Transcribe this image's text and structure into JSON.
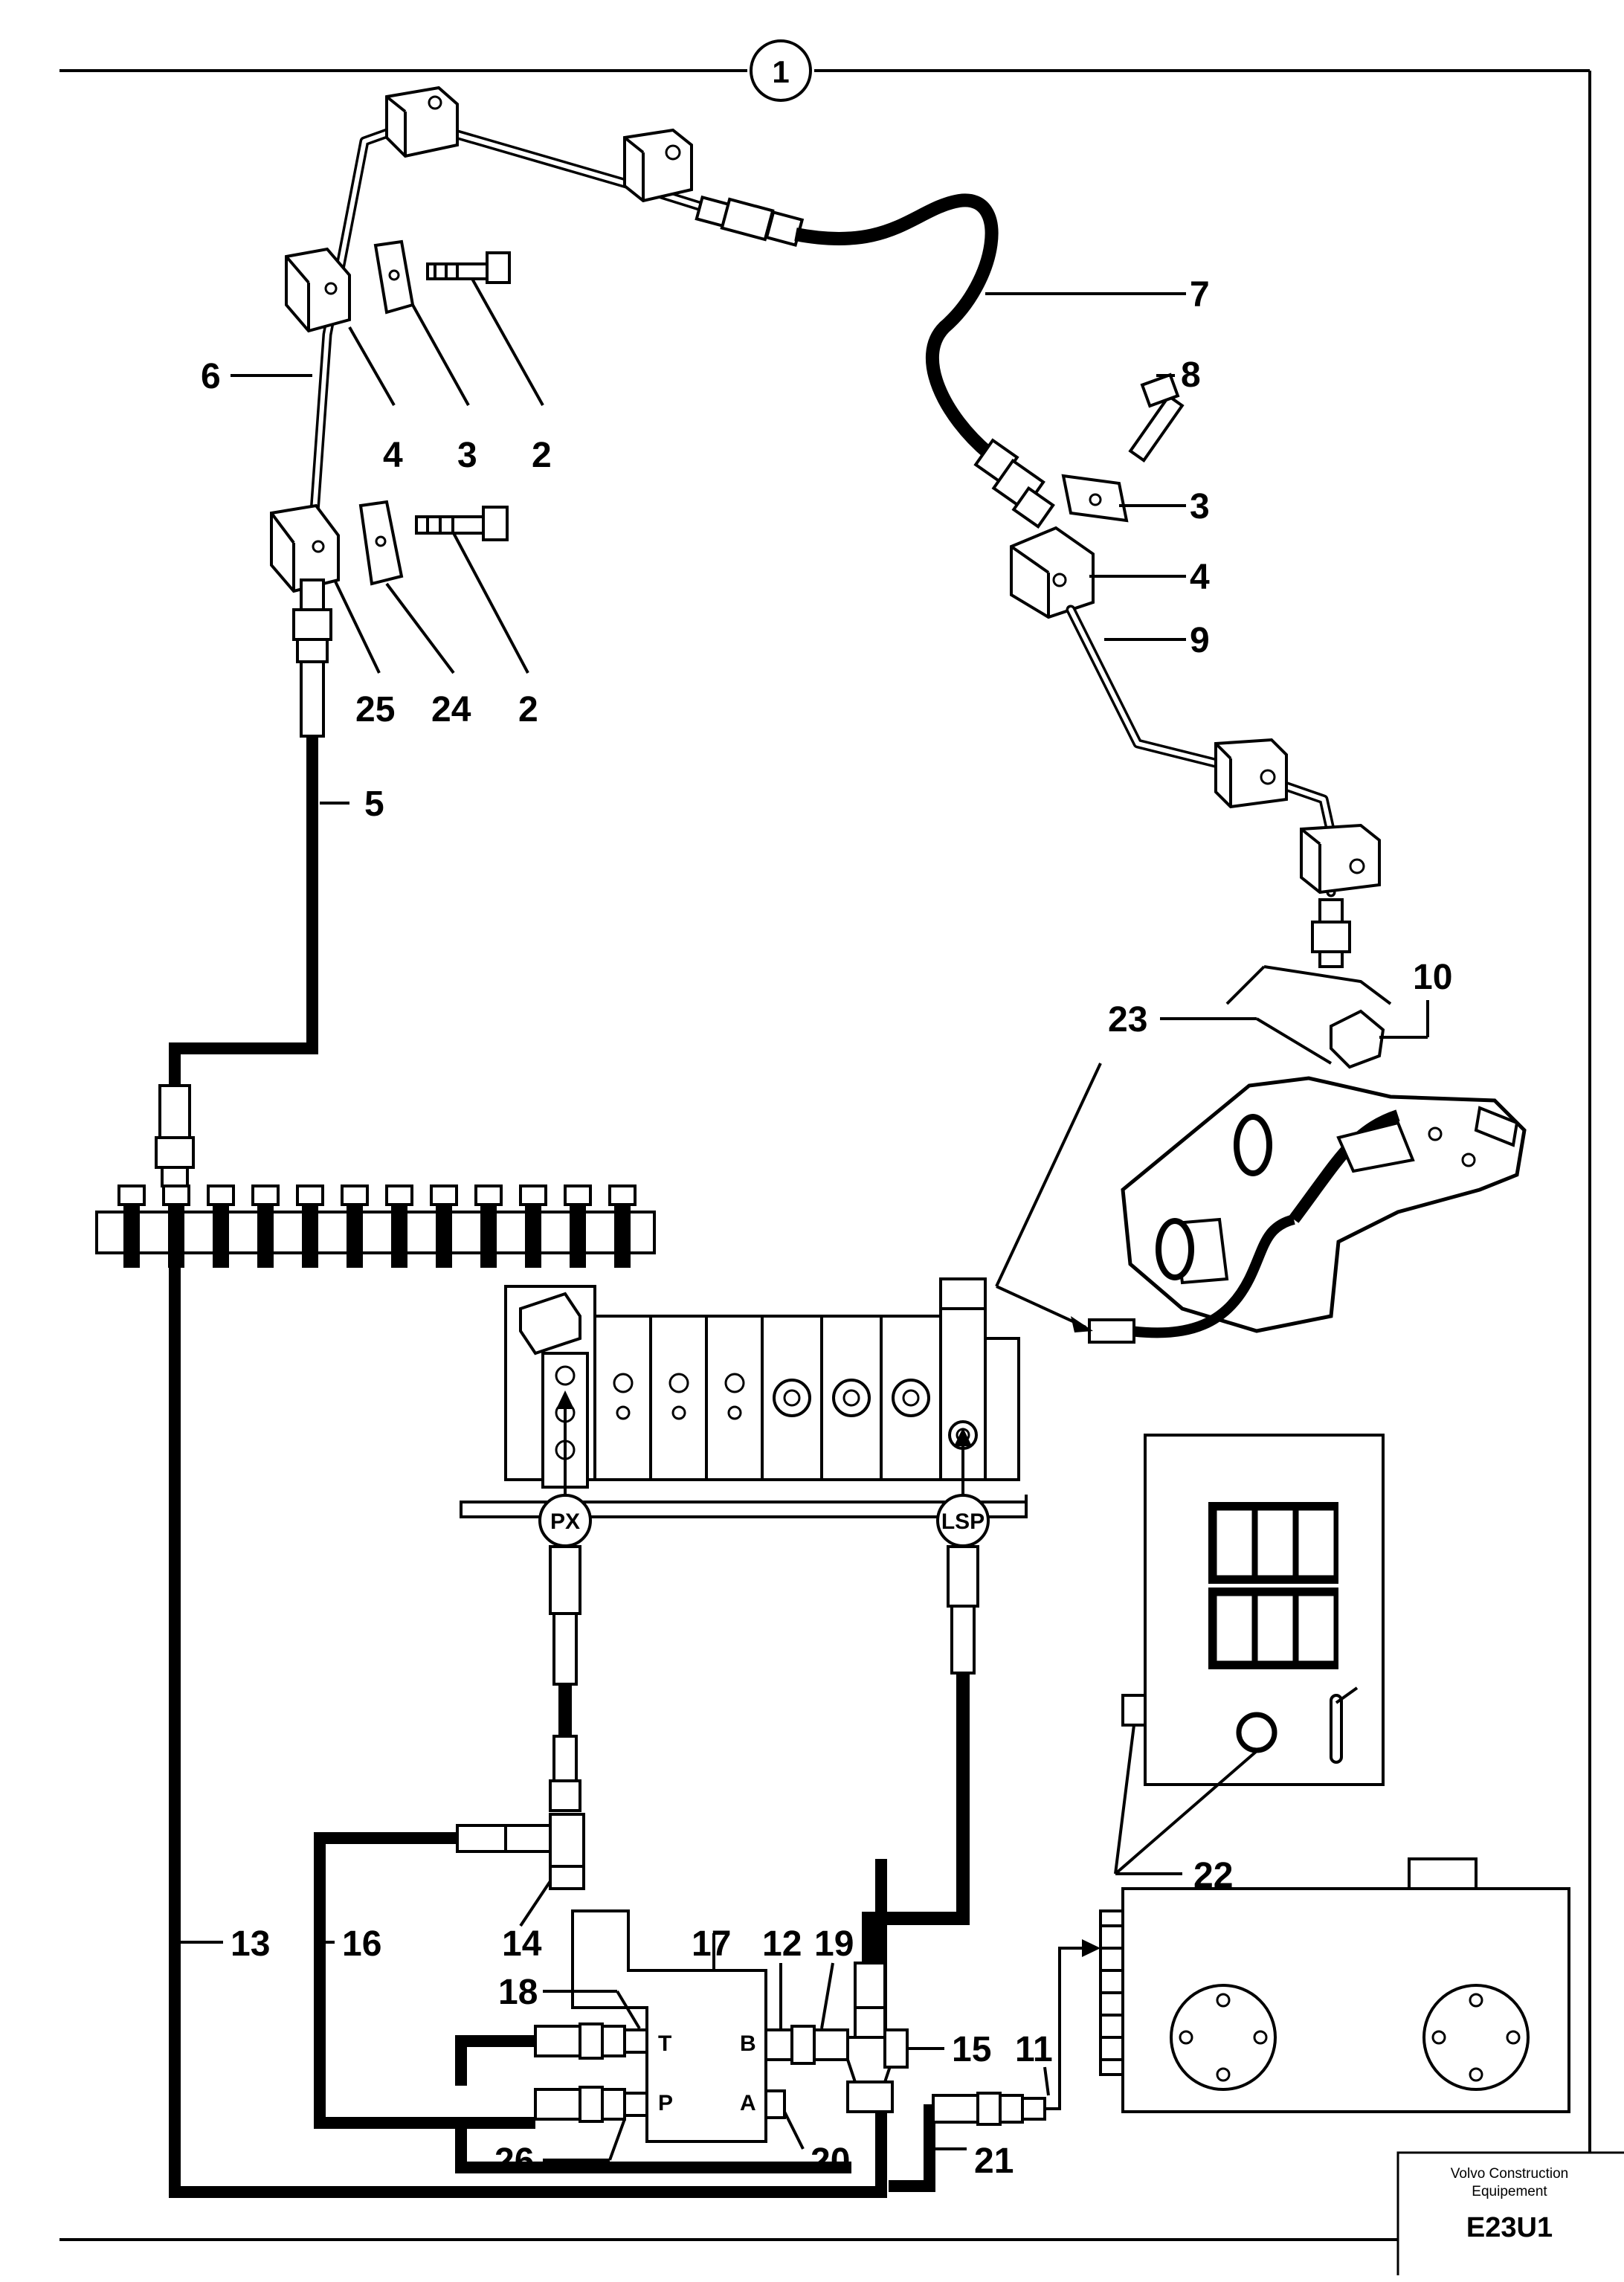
{
  "sheet": {
    "view_number": "1",
    "manufacturer": "Volvo Construction Equipement",
    "manufacturer_line1": "Volvo Construction",
    "manufacturer_line2": "Equipement",
    "drawing_code": "E23U1"
  },
  "callouts": {
    "c1": "7",
    "c2": "8",
    "c3": "3",
    "c4": "4",
    "c5": "9",
    "c6": "6",
    "c7": "4",
    "c8": "3",
    "c9": "2",
    "c10": "25",
    "c11": "24",
    "c12": "2",
    "c13": "5",
    "c14": "10",
    "c15": "23",
    "c16": "22",
    "c17": "13",
    "c18": "16",
    "c19": "14",
    "c20": "17",
    "c21": "12",
    "c22": "19",
    "c23": "18",
    "c24": "15",
    "c25": "11",
    "c26": "26",
    "c27": "20",
    "c28": "21"
  },
  "ports": {
    "px": "PX",
    "lsp": "LSP",
    "t": "T",
    "p": "P",
    "b": "B",
    "a": "A"
  }
}
